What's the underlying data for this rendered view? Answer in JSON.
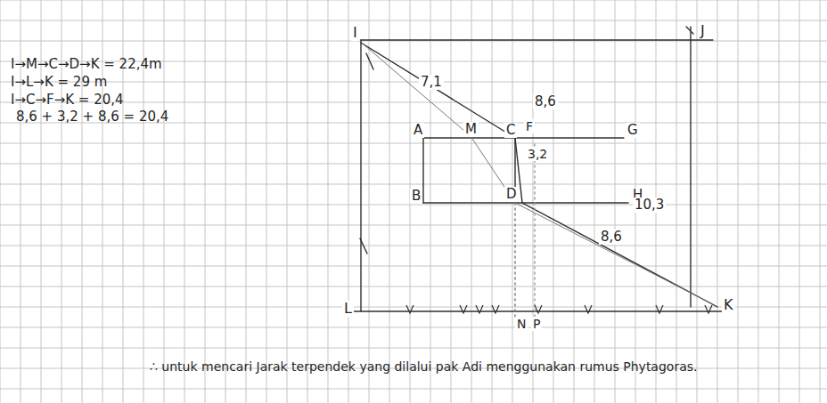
{
  "diagram": {
    "labels": [
      "I→M→C→D→K = 22,4m",
      "I→L→K = 29 m",
      "I→C→F→K = 20,4",
      "8,6 + 3,2 + 8,6 = 20,4",
      "∴ untuk mencari Jarak terpendek yang dilalui pak Adi menggunakan rumus Phytagoras.",
      "I",
      "J",
      "A",
      "M",
      "C",
      "F",
      "G",
      "B",
      "D",
      "H",
      "7,1",
      "8,6",
      "3,2",
      "10,3",
      "8,6",
      "L",
      "K",
      "N",
      "P"
    ]
  }
}
